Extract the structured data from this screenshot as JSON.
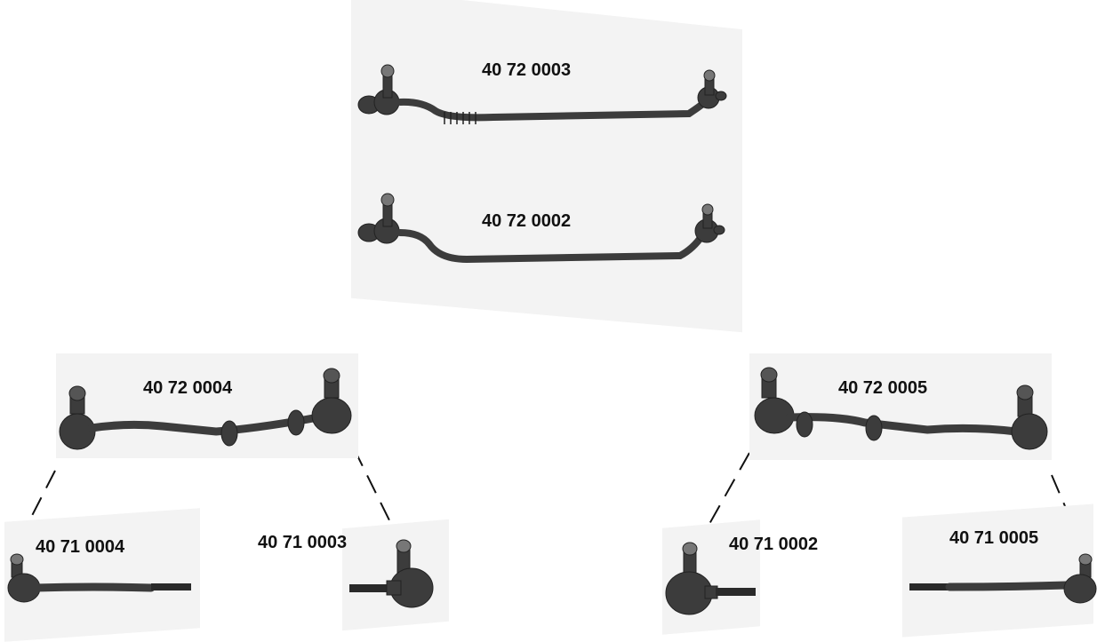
{
  "parts": {
    "tie_rod_0003": {
      "label": "40 72 0003"
    },
    "tie_rod_0002": {
      "label": "40 72 0002"
    },
    "tie_rod_assembly_0004": {
      "label": "40 72 0004"
    },
    "tie_rod_assembly_0005": {
      "label": "40 72 0005"
    },
    "tie_rod_end_0004": {
      "label": "40 71 0004"
    },
    "tie_rod_end_0003": {
      "label": "40 71 0003"
    },
    "tie_rod_end_0002": {
      "label": "40 71 0002"
    },
    "tie_rod_end_0005": {
      "label": "40 71 0005"
    }
  },
  "colors": {
    "metal": "#3c3c3c",
    "metal_light": "#7a7a7a",
    "thread": "#2a2a2a",
    "background_tint": "#f3f3f3"
  }
}
